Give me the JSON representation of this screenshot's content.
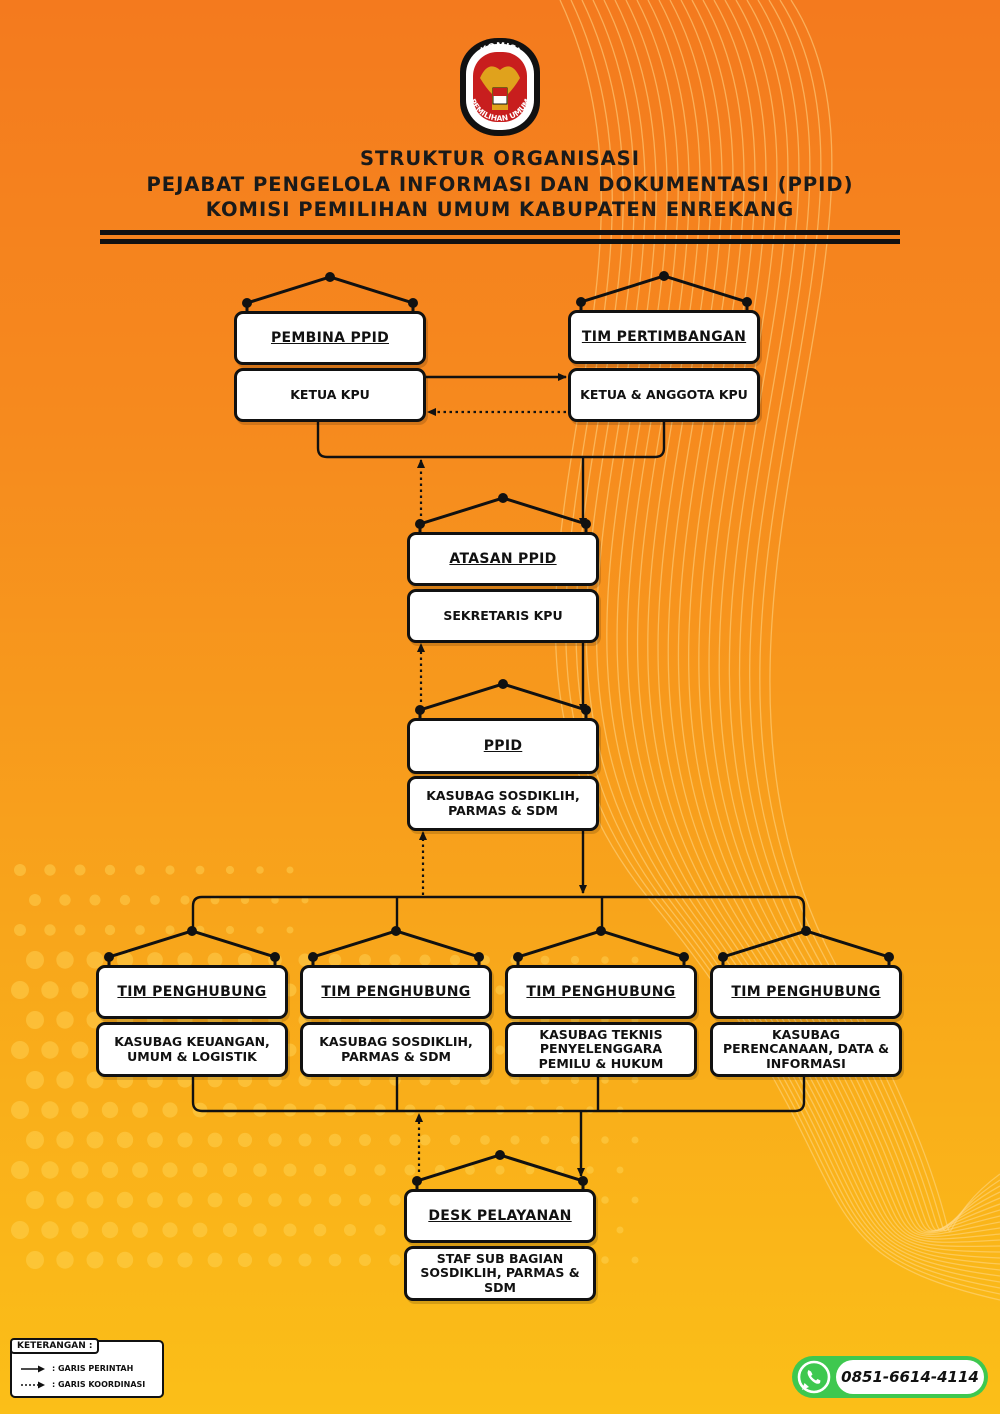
{
  "logo": {
    "top_text": "KOMISI",
    "bottom_text": "PEMILIHAN UMUM"
  },
  "title": {
    "line1": "STRUKTUR ORGANISASI",
    "line2": "PEJABAT PENGELOLA INFORMASI DAN DOKUMENTASI (PPID)",
    "line3": "KOMISI PEMILIHAN UMUM KABUPATEN ENREKANG"
  },
  "nodes": {
    "pembina": {
      "head": "PEMBINA PPID",
      "sub": "KETUA KPU"
    },
    "tim_pertimbangan": {
      "head": "TIM PERTIMBANGAN",
      "sub": "KETUA & ANGGOTA KPU"
    },
    "atasan": {
      "head": "ATASAN PPID",
      "sub": "SEKRETARIS KPU"
    },
    "ppid": {
      "head": "PPID",
      "sub": "KASUBAG SOSDIKLIH, PARMAS & SDM"
    },
    "penghubung_1": {
      "head": "TIM PENGHUBUNG",
      "sub": "KASUBAG KEUANGAN, UMUM & LOGISTIK"
    },
    "penghubung_2": {
      "head": "TIM PENGHUBUNG",
      "sub": "KASUBAG SOSDIKLIH, PARMAS & SDM"
    },
    "penghubung_3": {
      "head": "TIM PENGHUBUNG",
      "sub": "KASUBAG TEKNIS PENYELENGGARA PEMILU & HUKUM"
    },
    "penghubung_4": {
      "head": "TIM PENGHUBUNG",
      "sub": "KASUBAG PERENCANAAN, DATA & INFORMASI"
    },
    "desk": {
      "head": "DESK PELAYANAN",
      "sub": "STAF SUB BAGIAN SOSDIKLIH, PARMAS & SDM"
    }
  },
  "legend": {
    "title": "KETERANGAN :",
    "command_line": ": GARIS PERINTAH",
    "coordination_line": ": GARIS KOORDINASI"
  },
  "contact": {
    "phone": "0851-6614-4114",
    "icon": "whatsapp-icon"
  },
  "colors": {
    "background_top": "#f47a1e",
    "background_bottom": "#fbbf18",
    "box_fill": "#ffffff",
    "ink": "#111111",
    "whatsapp": "#3ec84f"
  }
}
